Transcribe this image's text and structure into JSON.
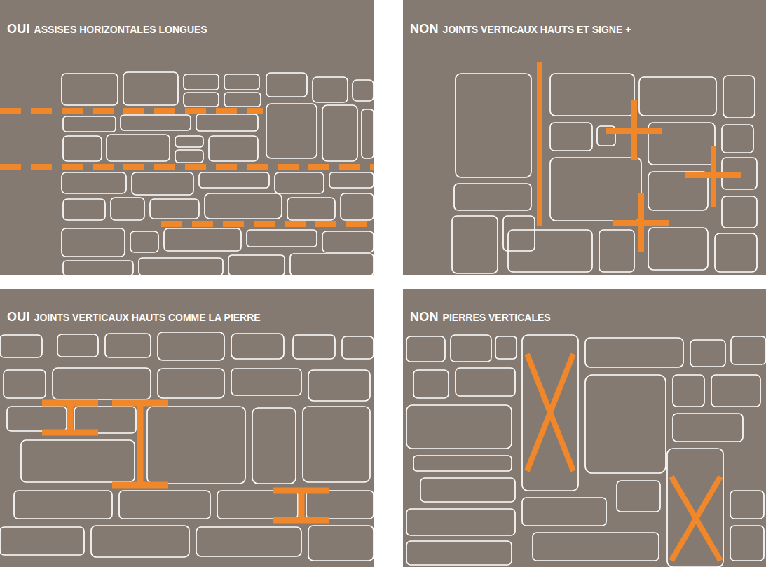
{
  "diagram": {
    "nodes": [
      {
        "text": [
          "OUI",
          "ASSISES HORIZONTALES LONGUES"
        ]
      },
      {
        "text": [
          "NON",
          "JOINTS VERTICAUX HAUTS ET SIGNE +"
        ]
      },
      {
        "text": [
          "OUI",
          "JOINTS VERTICAUX HAUTS COMME LA PIERRE"
        ]
      },
      {
        "text": [
          "NON",
          "PIERRES VERTICALES"
        ]
      }
    ]
  }
}
